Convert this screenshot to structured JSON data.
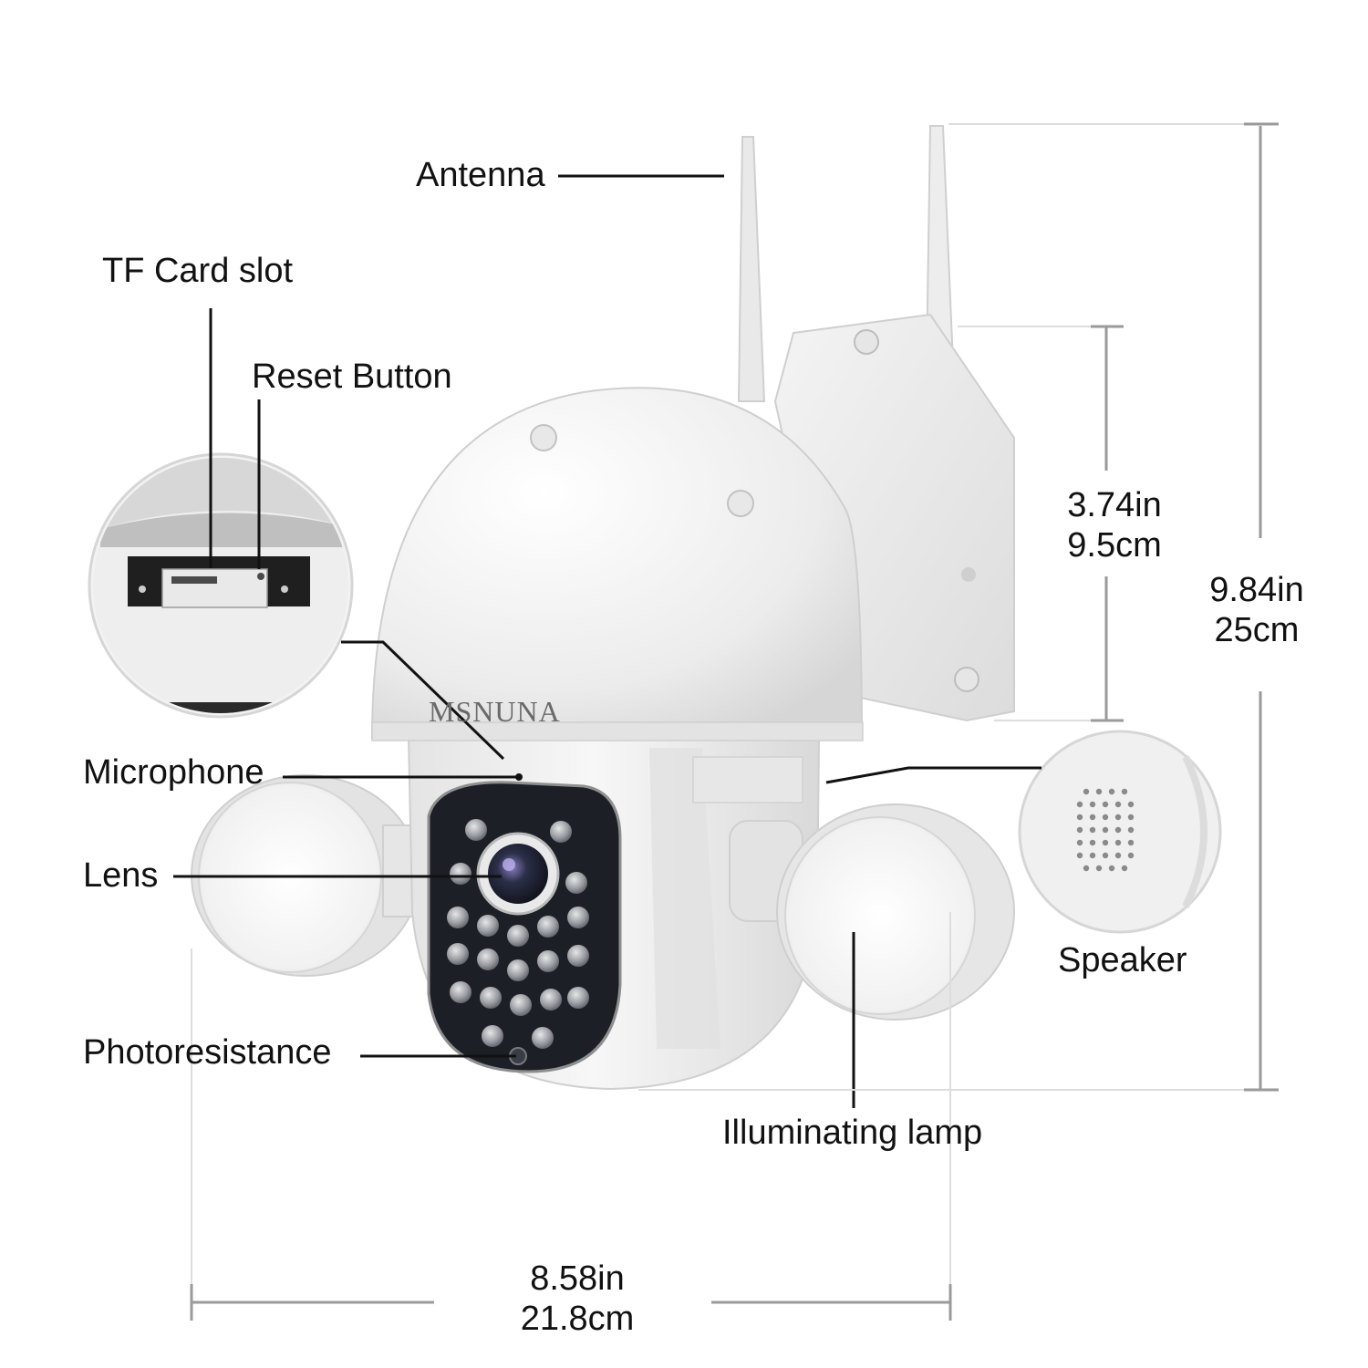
{
  "brand": "MSNUNA",
  "callouts": {
    "antenna": "Antenna",
    "tf_card_slot": "TF Card slot",
    "reset_button": "Reset Button",
    "microphone": "Microphone",
    "lens": "Lens",
    "photoresistance": "Photoresistance",
    "illuminating_lamp": "Illuminating lamp",
    "speaker": "Speaker"
  },
  "dimensions": {
    "mount_height": {
      "imperial": "3.74in",
      "metric": "9.5cm"
    },
    "total_height": {
      "imperial": "9.84in",
      "metric": "25cm"
    },
    "width": {
      "imperial": "8.58in",
      "metric": "21.8cm"
    }
  },
  "colors": {
    "body": "#eeeeee",
    "body_shade": "#d9d9d9",
    "lens_panel": "#1c1f26",
    "leader_line": "#111111",
    "dimension_line": "#9a9a9a"
  }
}
